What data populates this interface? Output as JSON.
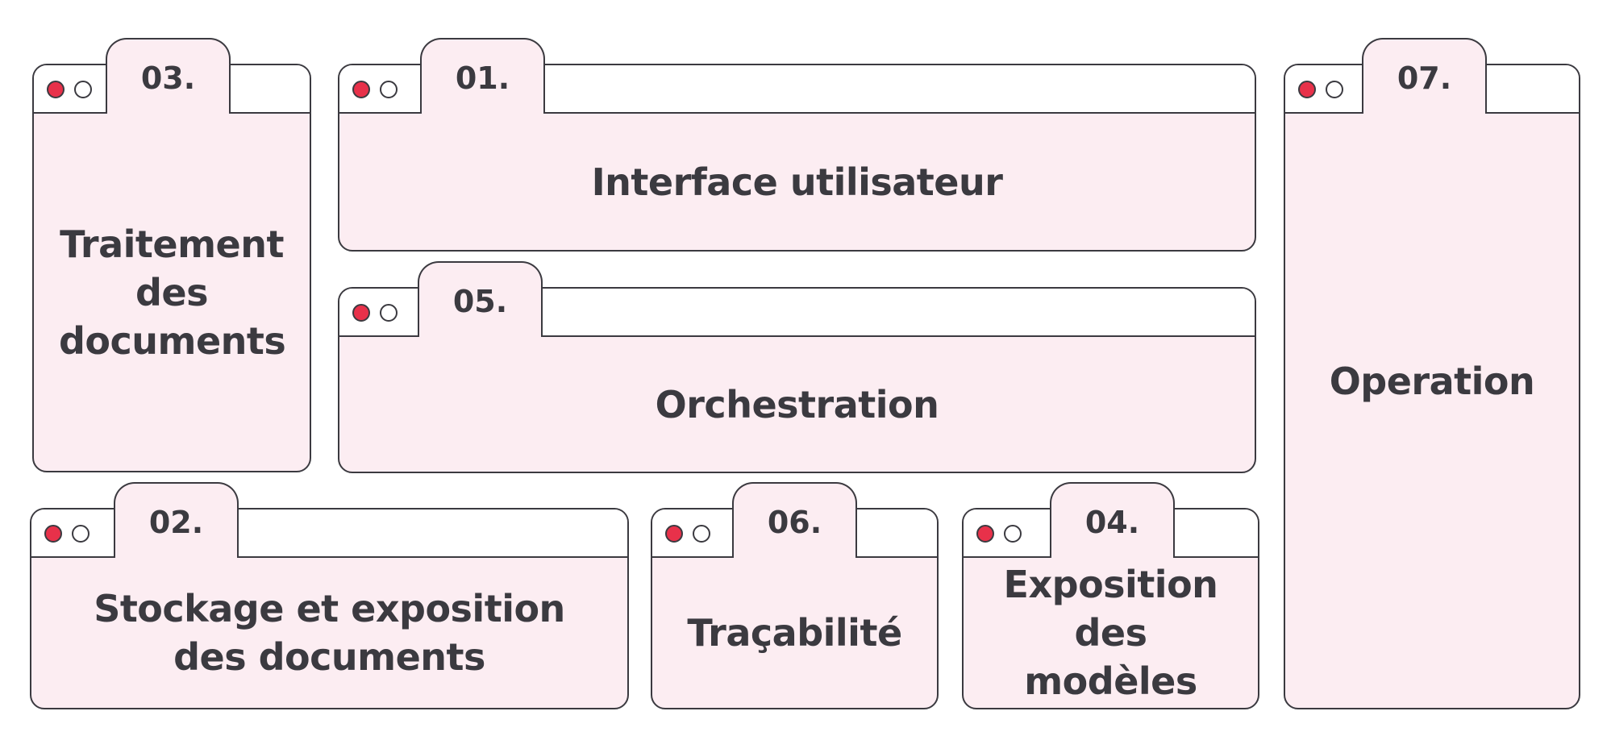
{
  "colors": {
    "accent_dot": "#e8314a",
    "card_fill": "#fcedf2",
    "outline": "#3b3a40",
    "text": "#3b3a40"
  },
  "cards": {
    "c03": {
      "number": "03.",
      "label": "Traitement des documents"
    },
    "c01": {
      "number": "01.",
      "label": "Interface utilisateur"
    },
    "c07": {
      "number": "07.",
      "label": "Operation"
    },
    "c05": {
      "number": "05.",
      "label": "Orchestration"
    },
    "c02": {
      "number": "02.",
      "label": "Stockage et exposition des documents"
    },
    "c06": {
      "number": "06.",
      "label": "Traçabilité"
    },
    "c04": {
      "number": "04.",
      "label": "Exposition des modèles"
    }
  }
}
